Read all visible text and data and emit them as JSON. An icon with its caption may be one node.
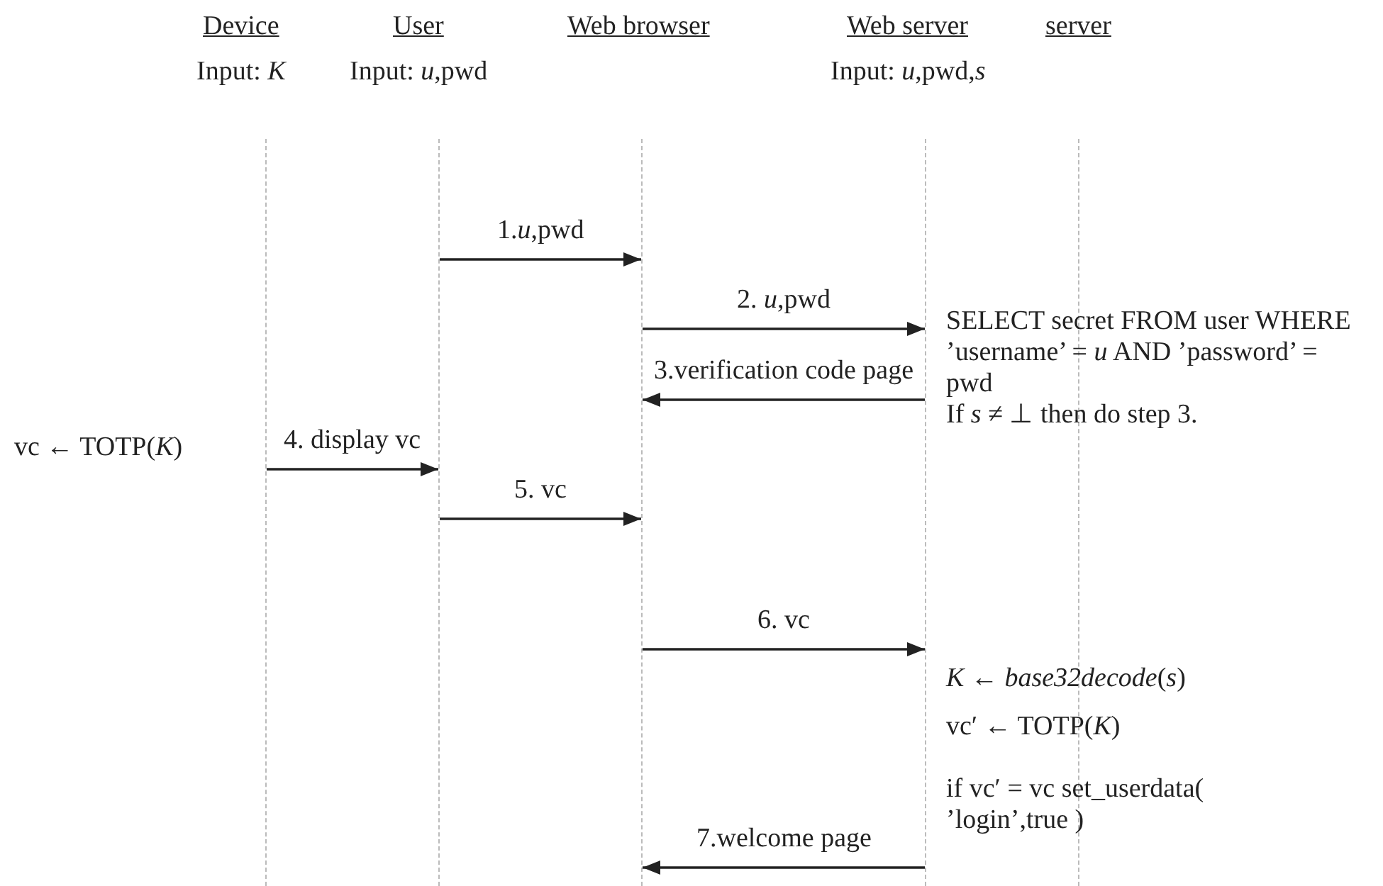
{
  "diagram": {
    "nodes": [
      {
        "text": [
          "Device"
        ],
        "beside": [
          "Input: *K*"
        ]
      },
      {
        "text": [
          "User"
        ],
        "beside": [
          "Input: *u*,pwd"
        ]
      },
      {
        "text": [
          "Web browser"
        ]
      },
      {
        "text": [
          "Web server"
        ],
        "beside": [
          "Input: *u*,pwd,*s*"
        ]
      },
      {
        "text": [
          "server"
        ]
      }
    ],
    "edges": [
      {
        "from": 1,
        "to": 2,
        "arrow": "to",
        "label": "1.*u*,pwd"
      },
      {
        "from": 2,
        "to": 3,
        "arrow": "to",
        "label": "2. *u*,pwd"
      },
      {
        "from": 3,
        "to": 2,
        "arrow": "to",
        "label": "3.verification code page"
      },
      {
        "from": 0,
        "to": 1,
        "arrow": "to",
        "label": "4. display vc"
      },
      {
        "from": 1,
        "to": 2,
        "arrow": "to",
        "label": "5. vc"
      },
      {
        "from": 2,
        "to": 3,
        "arrow": "to",
        "label": "6. vc"
      },
      {
        "from": 3,
        "to": 2,
        "arrow": "to",
        "label": "7.welcome page"
      }
    ],
    "labels": [
      "SELECT secret FROM user WHERE ’username’ = *u* AND ’password’ = pwd",
      "If *s* ≠ ⊥ then do step 3.",
      "vc ← TOTP(*K*)",
      "*K* ← *base32decode*(*s*)",
      "vc′ ← TOTP(*K*)",
      "if vc′ = vc set_userdata( ’login’,true )"
    ]
  }
}
